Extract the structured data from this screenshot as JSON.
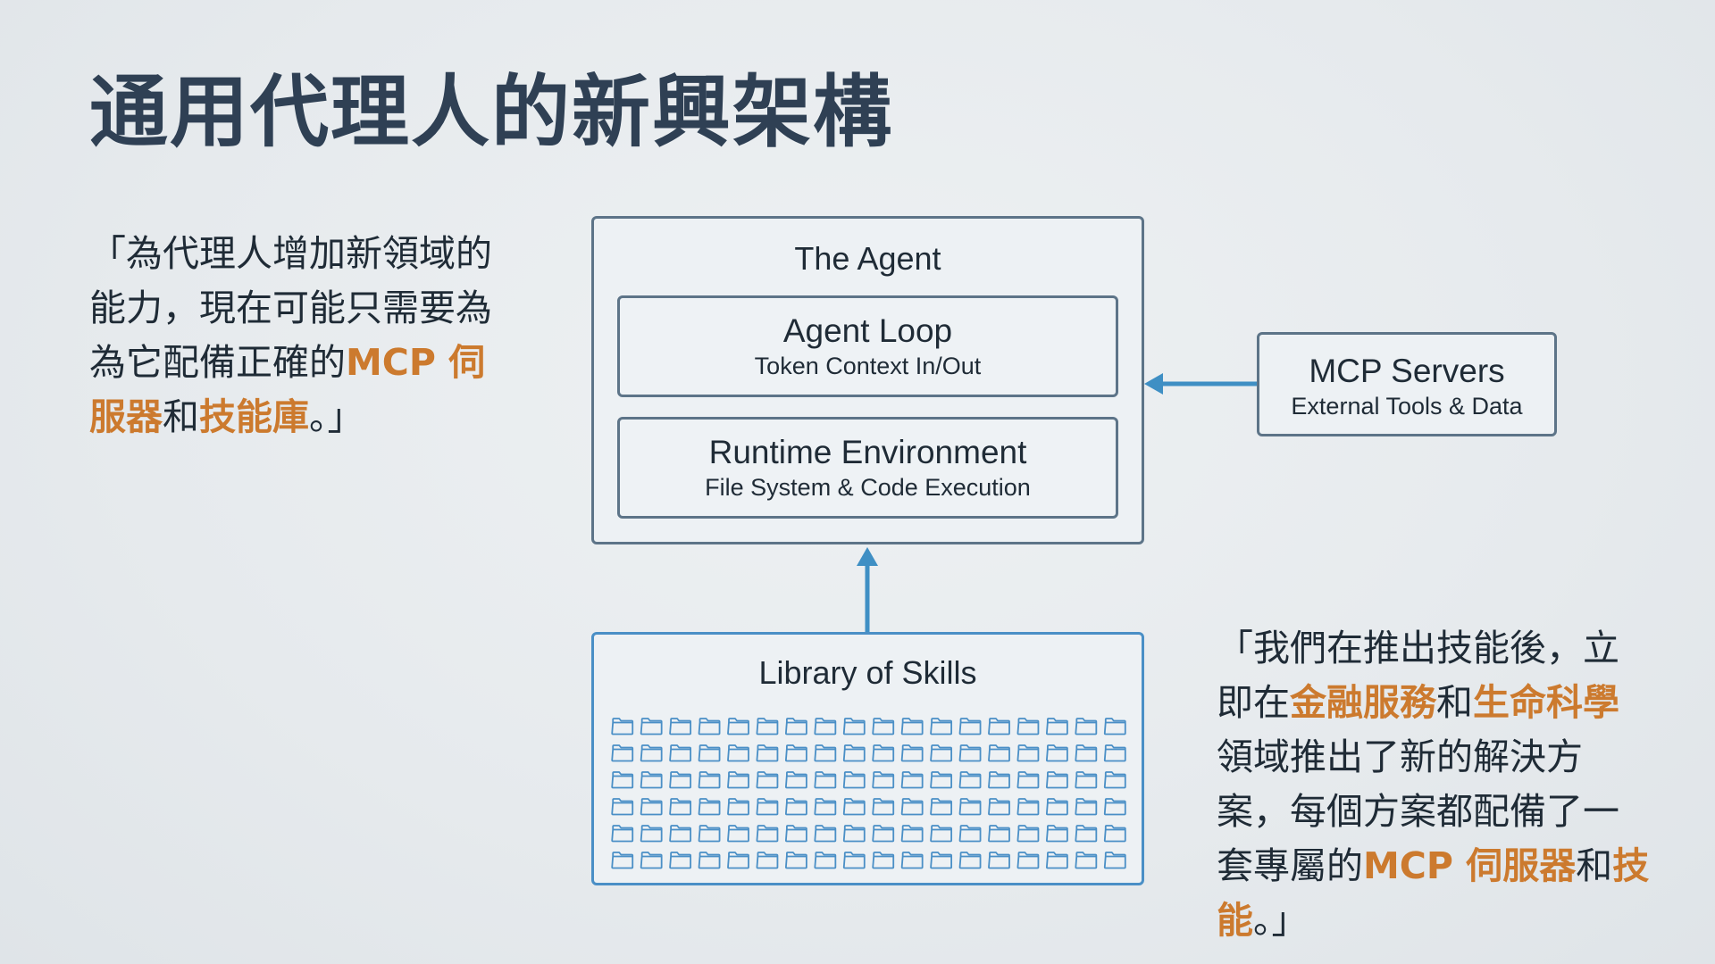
{
  "slide": {
    "title": "通用代理人的新興架構"
  },
  "quote_left": {
    "open": "「為代理人增加新領域的能力，現在可能只需要為為它配備正確的",
    "hl1": "MCP 伺服器",
    "mid": "和",
    "hl2": "技能庫",
    "close": "。」"
  },
  "diagram": {
    "agent": {
      "title": "The Agent",
      "loop_title": "Agent Loop",
      "loop_sub": "Token Context In/Out",
      "runtime_title": "Runtime Environment",
      "runtime_sub": "File System & Code Execution"
    },
    "mcp": {
      "title": "MCP Servers",
      "sub": "External Tools & Data"
    },
    "skills": {
      "title": "Library of Skills",
      "folder_rows": 6,
      "folder_cols": 18,
      "folder_icon": "folder-icon"
    },
    "colors": {
      "box_border": "#5d7488",
      "skills_border": "#4a8fc6",
      "arrow": "#3f8fc4",
      "highlight": "#cc7a2e"
    }
  },
  "quote_right": {
    "open": "「我們在推出技能後，立即在",
    "hl1": "金融服務",
    "mid1": "和",
    "hl2": "生命科學",
    "mid2": "領域推出了新的解決方案，每個方案都配備了一套專屬的",
    "hl3": "MCP 伺服器",
    "mid3": "和",
    "hl4": "技能",
    "close": "。」"
  }
}
